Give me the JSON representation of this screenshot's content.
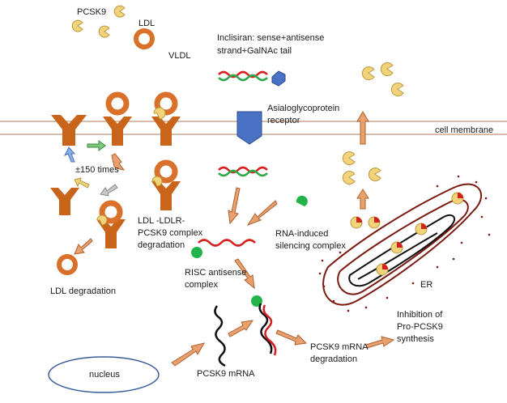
{
  "labels": {
    "pcsk9": "PCSK9",
    "ldl": "LDL",
    "vldl": "VLDL",
    "inclisiran_line1": "Inclisiran: sense+antisense",
    "inclisiran_line2": "strand+GalNAc tail",
    "asialo_line1": "Asialoglycoprotein",
    "asialo_line2": "receptor",
    "cell_membrane": "cell membrane",
    "recycle_times": "±150 times",
    "complex_line1": "LDL -LDLR-",
    "complex_line2": "PCSK9 complex",
    "complex_line3": "degradation",
    "risc_label_line1": "RNA-induced",
    "risc_label_line2": "silencing complex",
    "risc_antisense_line1": "RISC antisense",
    "risc_antisense_line2": "complex",
    "ldl_degradation": "LDL degradation",
    "er": "ER",
    "inhibition_line1": "Inhibition of",
    "inhibition_line2": "Pro-PCSK9",
    "inhibition_line3": "synthesis",
    "mrna_degradation_line1": "PCSK9 mRNA",
    "mrna_degradation_line2": "degradation",
    "pcsk9_mrna": "PCSK9 mRNA",
    "nucleus": "nucleus"
  },
  "colors": {
    "receptor": "#c8651b",
    "ldl_ring": "#d9712a",
    "pcsk9": "#f2d27a",
    "pcsk9_stroke": "#b89a3a",
    "membrane": "#caa58a",
    "asgpr": "#4a72c4",
    "arrow_fill": "#e8a070",
    "arrow_stroke": "#b0602a",
    "rna_red": "#d62020",
    "rna_green": "#2aa84a",
    "risc": "#22b34a",
    "er": "#7a1a10",
    "nucleus": "#3a5d9c"
  }
}
